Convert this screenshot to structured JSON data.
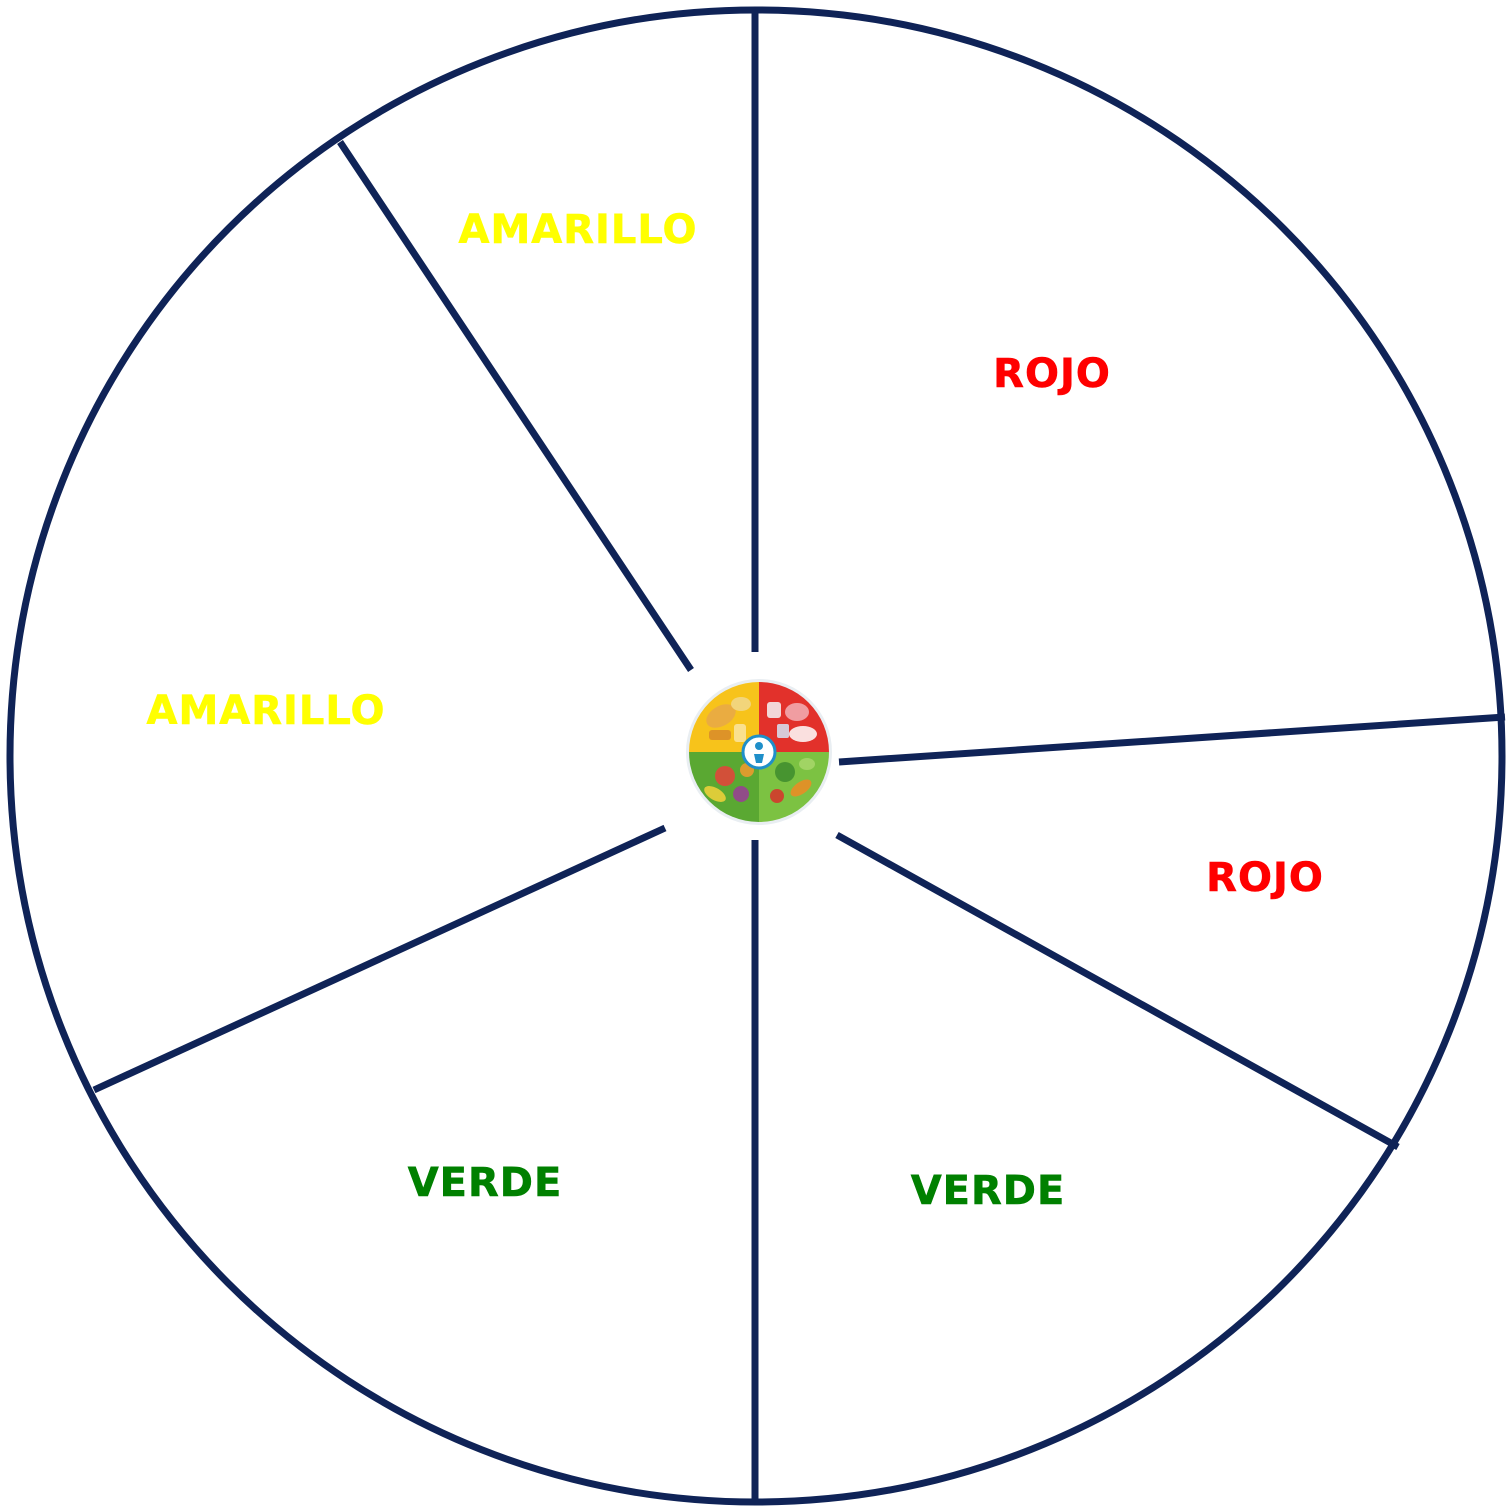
{
  "wheel": {
    "outline_color": "#0f2357",
    "segments": [
      {
        "label": "AMARILLO",
        "color": "#ffff00"
      },
      {
        "label": "ROJO",
        "color": "#ff0000"
      },
      {
        "label": "ROJO",
        "color": "#ff0000"
      },
      {
        "label": "VERDE",
        "color": "#008000"
      },
      {
        "label": "VERDE",
        "color": "#008000"
      },
      {
        "label": "AMARILLO",
        "color": "#ffff00"
      }
    ],
    "center_icon": {
      "name": "food-plate-icon",
      "quadrant_colors": [
        "#f7c31b",
        "#e2312b",
        "#5aa832",
        "#7cc242"
      ]
    }
  }
}
